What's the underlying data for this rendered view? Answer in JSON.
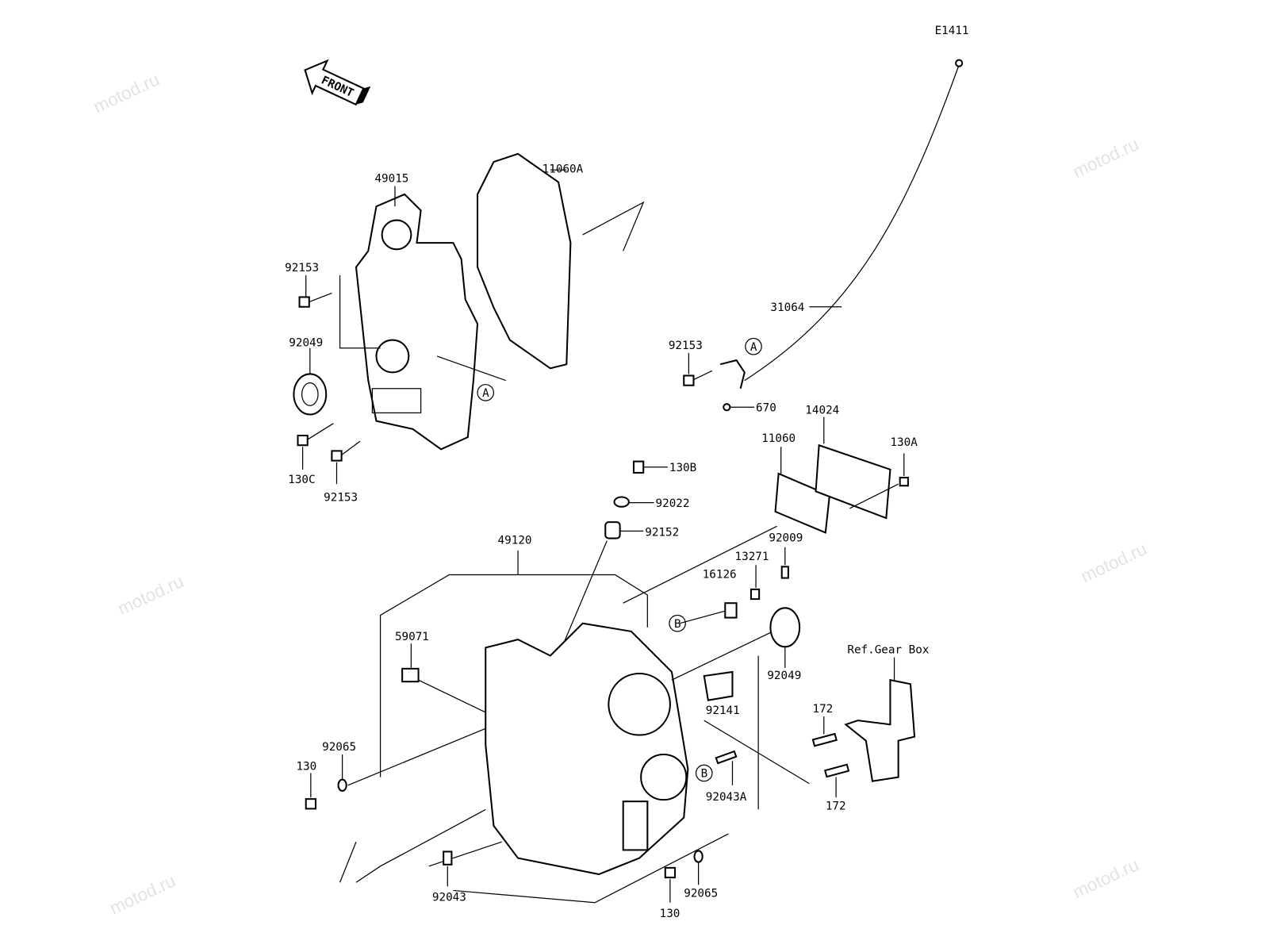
{
  "diagram": {
    "code": "E1411",
    "front_arrow": "FRONT",
    "watermark": "motod.ru",
    "labels": {
      "p49015": "49015",
      "p11060A": "11060A",
      "p92153_a": "92153",
      "p92049_a": "92049",
      "p130C": "130C",
      "p92153_b": "92153",
      "refA_1": "A",
      "refA_2": "A",
      "p31064": "31064",
      "p92153_c": "92153",
      "p670": "670",
      "p14024": "14024",
      "p11060": "11060",
      "p130A": "130A",
      "p130B": "130B",
      "p92022": "92022",
      "p92152": "92152",
      "p49120": "49120",
      "p92009": "92009",
      "p13271": "13271",
      "p16126": "16126",
      "refB_1": "B",
      "refB_2": "B",
      "p59071": "59071",
      "p92049_b": "92049",
      "p92141": "92141",
      "ref_gear_box": "Ref.Gear Box",
      "p172_a": "172",
      "p172_b": "172",
      "p92065_a": "92065",
      "p130_a": "130",
      "p92043A": "92043A",
      "p92043": "92043",
      "p130_b": "130",
      "p92065_b": "92065"
    }
  }
}
